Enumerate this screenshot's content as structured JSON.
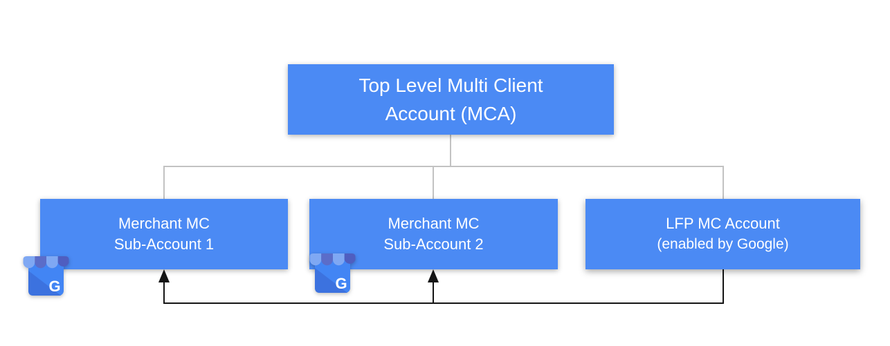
{
  "nodes": {
    "root": {
      "line1": "Top Level Multi Client",
      "line2": "Account (MCA)"
    },
    "merchant1": {
      "line1": "Merchant MC",
      "line2": "Sub-Account 1"
    },
    "merchant2": {
      "line1": "Merchant MC",
      "line2": "Sub-Account 2"
    },
    "lfp": {
      "line1": "LFP MC Account",
      "line2": "(enabled by Google)"
    }
  },
  "icons": {
    "merchant_badge": "google-my-business-storefront-icon",
    "letter": "G"
  },
  "colors": {
    "node_fill": "#4B8AF4",
    "node_text": "#FFFFFF",
    "tree_connector_gray": "#C2C2C2",
    "flow_connector_black": "#141414",
    "icon_body": "#4285F4",
    "icon_body_shade": "#3B6FDB",
    "icon_awning_light": "#7FA8F3",
    "icon_awning_dark_1": "#5B6DC9",
    "icon_awning_dark_2": "#4F5EC0",
    "icon_letter": "#FFFFFF"
  }
}
